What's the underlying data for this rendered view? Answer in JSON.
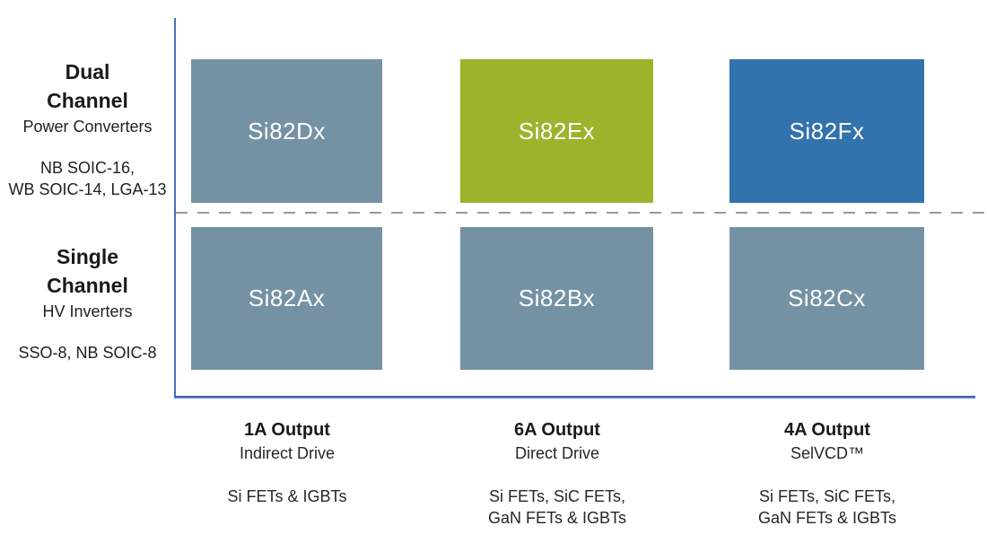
{
  "colors": {
    "box_gray_blue": "#7592A4",
    "box_green": "#9DB32C",
    "box_blue": "#3272AD",
    "axis_blue": "#4A6EB5",
    "divider_gray": "#999999",
    "text_dark": "#212121"
  },
  "rows": [
    {
      "id": "dual-channel",
      "title_lines": [
        "Dual",
        "Channel"
      ],
      "subtitle": "Power Converters",
      "package_lines": [
        "NB SOIC-16,",
        "WB SOIC-14, LGA-13"
      ],
      "boxes": [
        {
          "label": "Si82Dx",
          "color": "#7592A4"
        },
        {
          "label": "Si82Ex",
          "color": "#9DB32C"
        },
        {
          "label": "Si82Fx",
          "color": "#3272AD"
        }
      ]
    },
    {
      "id": "single-channel",
      "title_lines": [
        "Single",
        "Channel"
      ],
      "subtitle": "HV Inverters",
      "package_lines": [
        "SSO-8, NB SOIC-8"
      ],
      "boxes": [
        {
          "label": "Si82Ax",
          "color": "#7592A4"
        },
        {
          "label": "Si82Bx",
          "color": "#7592A4"
        },
        {
          "label": "Si82Cx",
          "color": "#7592A4"
        }
      ]
    }
  ],
  "columns": [
    {
      "title": "1A Output",
      "subtitle": "Indirect Drive",
      "fuel_lines": [
        "Si FETs & IGBTs"
      ]
    },
    {
      "title": "6A Output",
      "subtitle": "Direct Drive",
      "fuel_lines": [
        "Si FETs, SiC FETs,",
        "GaN FETs & IGBTs"
      ]
    },
    {
      "title": "4A Output",
      "subtitle": "SelVCD™",
      "fuel_lines": [
        "Si FETs, SiC FETs,",
        "GaN FETs & IGBTs"
      ]
    }
  ]
}
